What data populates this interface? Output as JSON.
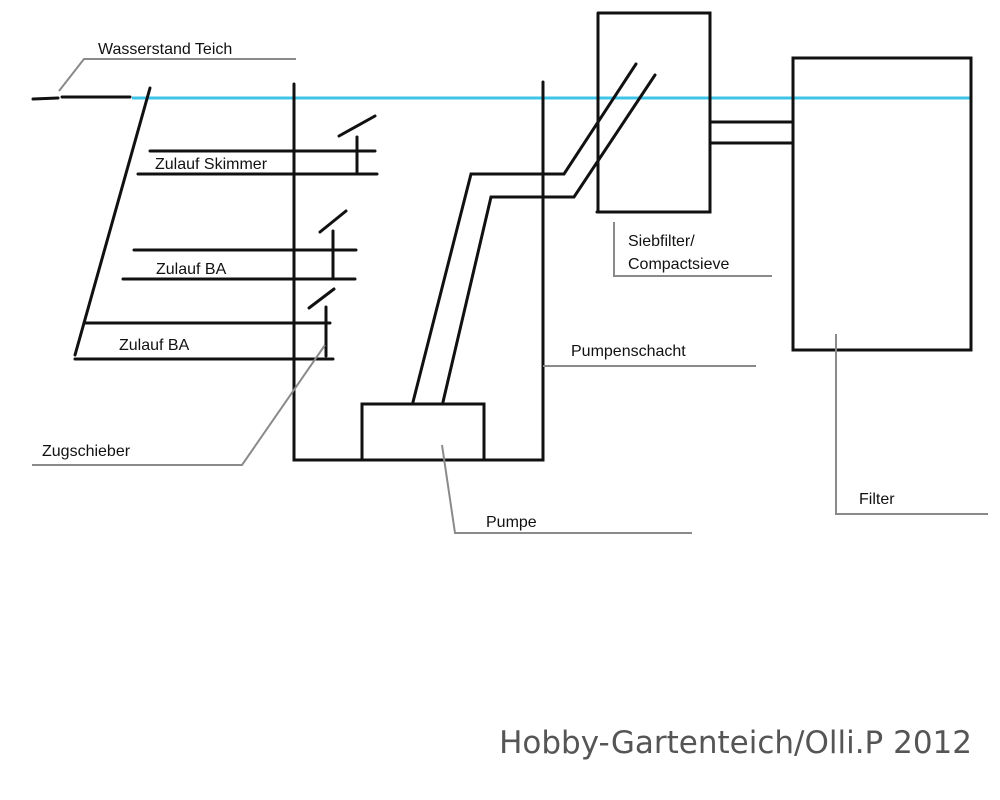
{
  "labels": {
    "water_level": "Wasserstand Teich",
    "skimmer_inlet": "Zulauf Skimmer",
    "bottom_drain_1": "Zulauf BA",
    "bottom_drain_2": "Zulauf BA",
    "slide_valve": "Zugschieber",
    "pump_shaft": "Pumpenschacht",
    "pump": "Pumpe",
    "sieve_filter_line1": "Siebfilter/",
    "sieve_filter_line2": "Compactsieve",
    "filter": "Filter"
  },
  "credit": "Hobby-Gartenteich/Olli.P 2012",
  "colors": {
    "water_line": "#3ec4e8",
    "ink": "#111111",
    "leader": "#8a8a8a",
    "credit": "#555555"
  }
}
